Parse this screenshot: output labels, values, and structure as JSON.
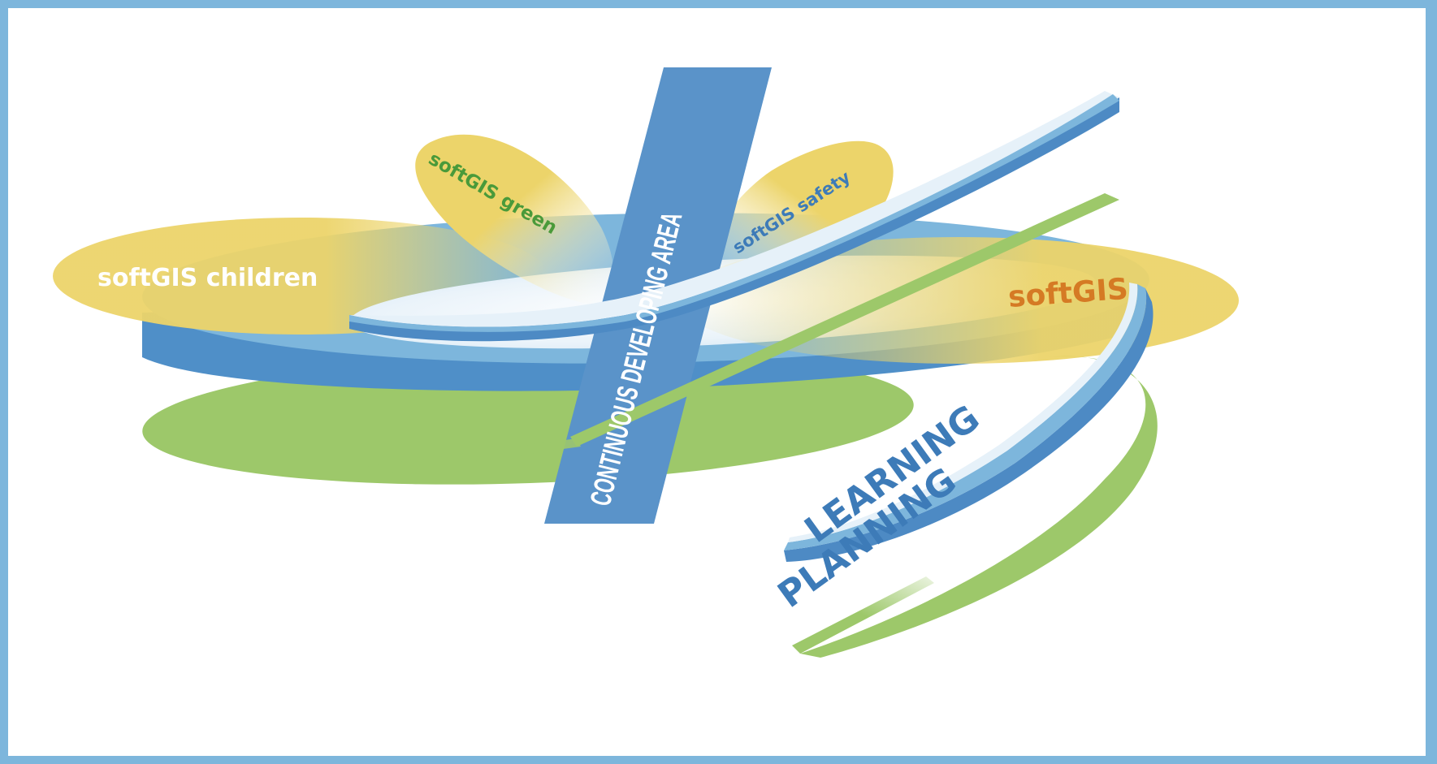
{
  "diagram": {
    "labels": {
      "softgis_children": "softGIS children",
      "softgis_green": "softGIS green",
      "softgis_safety": "softGIS safety",
      "softgis": "softGIS",
      "continuous_developing_area": "CONTINUOUS DEVELOPING AREA",
      "learning": "LEARNING",
      "planning": "PLANNING"
    },
    "colors": {
      "border": "#7db6dc",
      "yellow": "#ecd46a",
      "blue_light": "#7db6dc",
      "blue_mid": "#4f8fc8",
      "blue_dark": "#3d7bb8",
      "green": "#9dc86a",
      "green_text": "#4a9a3a",
      "orange": "#d57a24",
      "white": "#ffffff"
    }
  }
}
